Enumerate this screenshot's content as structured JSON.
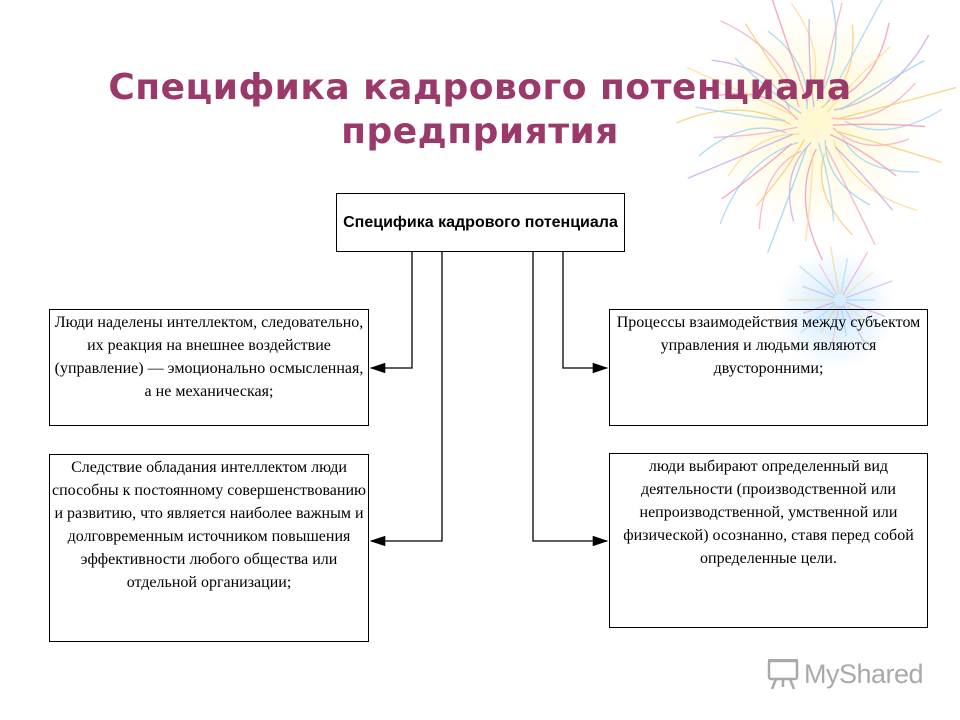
{
  "slide": {
    "title": "Специфика кадрового потенциала предприятия"
  },
  "diagram": {
    "root": "Специфика кадрового потенциала",
    "left_top": "Люди наделены интеллектом, следовательно, их реакция на внешнее воздействие (управление) — эмоционально осмысленная, а не механическая;",
    "right_top": "Процессы взаимодействия между субъектом управления и людьми являются двусторонними;",
    "left_bottom": "Следствие обладания интеллектом люди способны к постоянному совершенствованию и развитию, что является наиболее важным и долговременным источником повышения эффективности любого общества или отдельной организации;",
    "right_bottom": "люди выбирают определенный вид деятельности (производственной или непроизводственной, умственной или физической) осознанно, ставя перед собой определенные цели."
  },
  "watermark": {
    "text": "MyShared",
    "icon": "presentation-board-icon"
  },
  "colors": {
    "title": "#9b3a6a",
    "watermark": "#a9a9a9"
  }
}
